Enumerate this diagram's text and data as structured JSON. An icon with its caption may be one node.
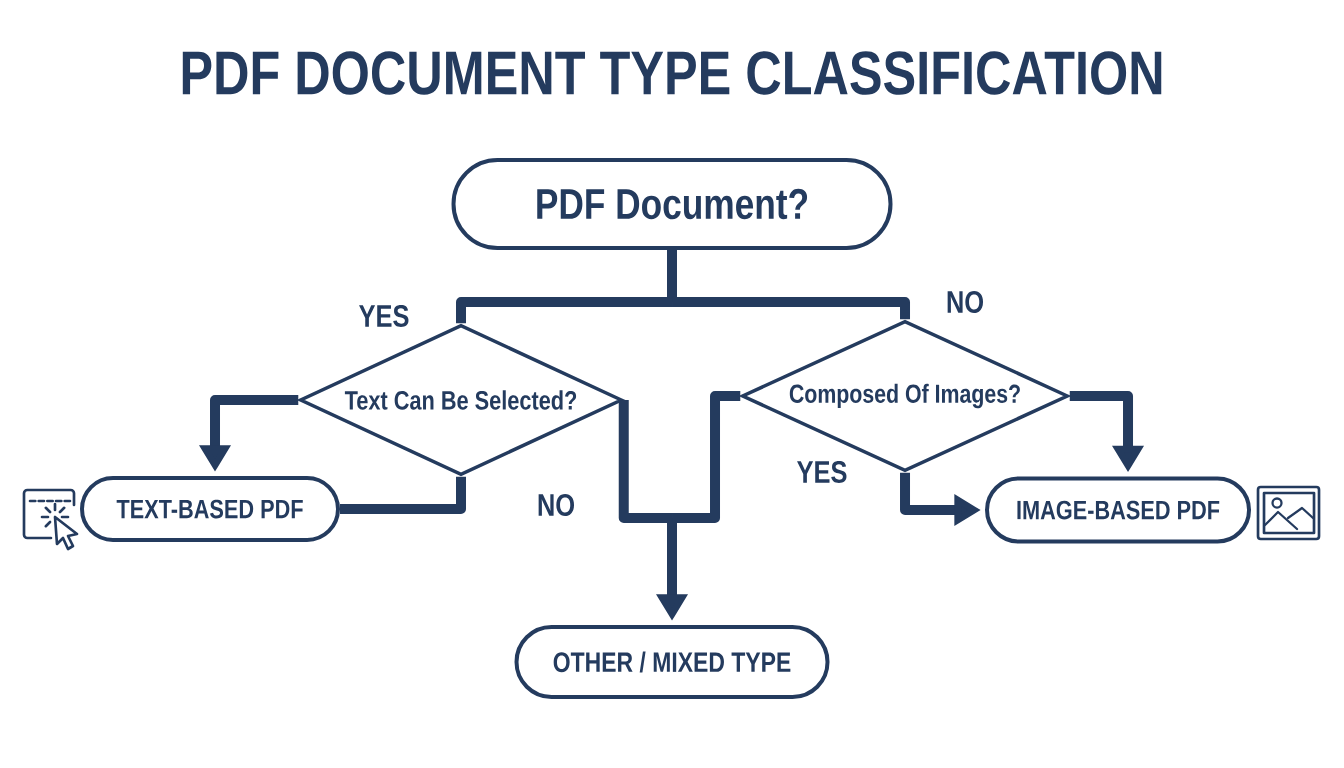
{
  "diagram": {
    "title": "PDF DOCUMENT TYPE CLASSIFICATION",
    "nodes": [
      {
        "text": [
          "PDF Document?"
        ]
      },
      {
        "text": [
          "Text Can Be Selected?"
        ]
      },
      {
        "text": [
          "Composed Of Images?"
        ]
      },
      {
        "text": [
          "TEXT-BASED PDF"
        ]
      },
      {
        "text": [
          "IMAGE-BASED PDF"
        ]
      },
      {
        "text": [
          "OTHER / MIXED TYPE"
        ]
      }
    ],
    "edges": [
      {
        "from": 0,
        "to": 1,
        "arrow": "none",
        "label": "YES"
      },
      {
        "from": 0,
        "to": 2,
        "arrow": "none",
        "label": "NO"
      },
      {
        "from": 1,
        "to": 3,
        "arrow": "to"
      },
      {
        "from": 1,
        "to": 3,
        "arrow": "none"
      },
      {
        "from": 1,
        "to": 5,
        "arrow": "to",
        "label": "NO"
      },
      {
        "from": 2,
        "to": 5,
        "arrow": "to"
      },
      {
        "from": 2,
        "to": 4,
        "arrow": "to"
      },
      {
        "from": 2,
        "to": 4,
        "arrow": "to",
        "label": "YES"
      }
    ]
  }
}
